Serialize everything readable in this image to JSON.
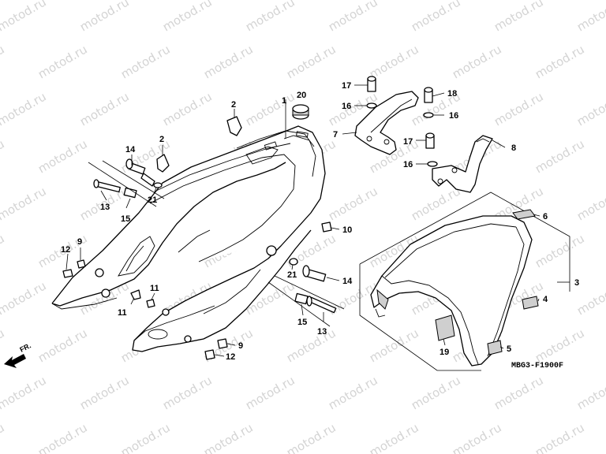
{
  "watermark_text": "motod.ru",
  "diagram_code": "MBG3-F1900F",
  "front_label": "FR.",
  "callouts": {
    "c1": "1",
    "c2a": "2",
    "c2b": "2",
    "c3": "3",
    "c4": "4",
    "c5": "5",
    "c6": "6",
    "c7": "7",
    "c8": "8",
    "c9a": "9",
    "c9b": "9",
    "c10": "10",
    "c11a": "11",
    "c11b": "11",
    "c12a": "12",
    "c12b": "12",
    "c13a": "13",
    "c13b": "13",
    "c14a": "14",
    "c14b": "14",
    "c15a": "15",
    "c15b": "15",
    "c16a": "16",
    "c16b": "16",
    "c16c": "16",
    "c17a": "17",
    "c17b": "17",
    "c18": "18",
    "c19": "19",
    "c20": "20",
    "c21a": "21",
    "c21b": "21"
  }
}
